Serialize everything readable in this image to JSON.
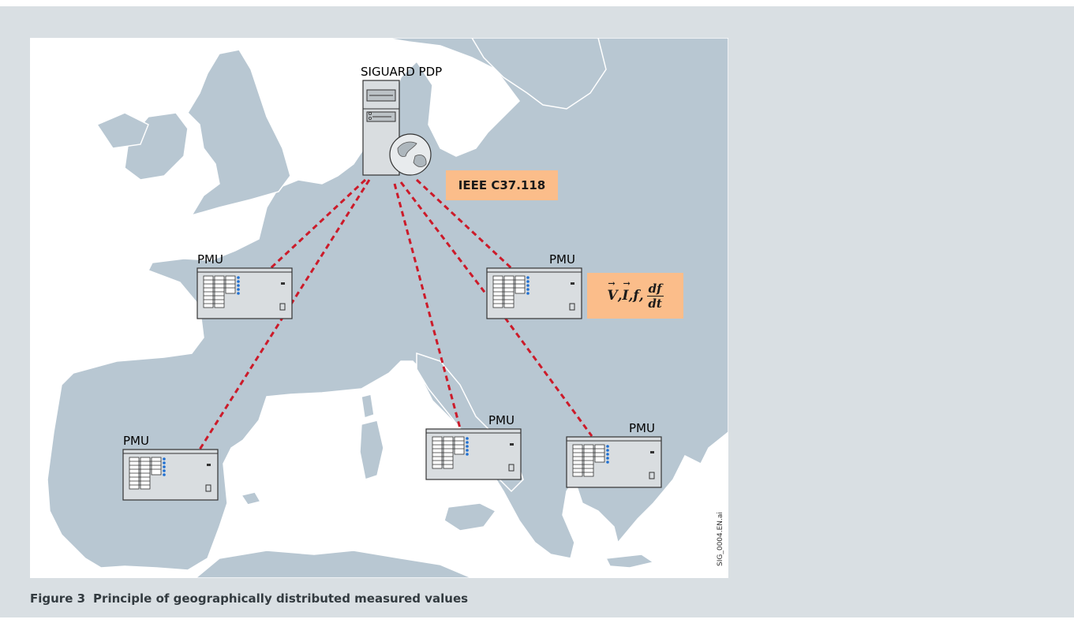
{
  "server": {
    "label": "SIGUARD PDP"
  },
  "protocol": {
    "label": "IEEE C37.118"
  },
  "measurements": {
    "v": "V",
    "i": "I",
    "f": "f",
    "numerator": "df",
    "denominator": "dt",
    "sep": ", "
  },
  "pmu_label": "PMU",
  "pmus": [
    {
      "label": "PMU"
    },
    {
      "label": "PMU"
    },
    {
      "label": "PMU"
    },
    {
      "label": "PMU"
    },
    {
      "label": "PMU"
    }
  ],
  "file_code": "SIG_0004.EN.ai",
  "caption": {
    "number": "Figure 3",
    "text": "Principle of geographically distributed measured values"
  },
  "colors": {
    "background": "#d9dfe3",
    "land": "#b8c7d2",
    "link": "#cc1b2a",
    "highlight": "#fbbd8a",
    "device": "#d9dde0"
  }
}
